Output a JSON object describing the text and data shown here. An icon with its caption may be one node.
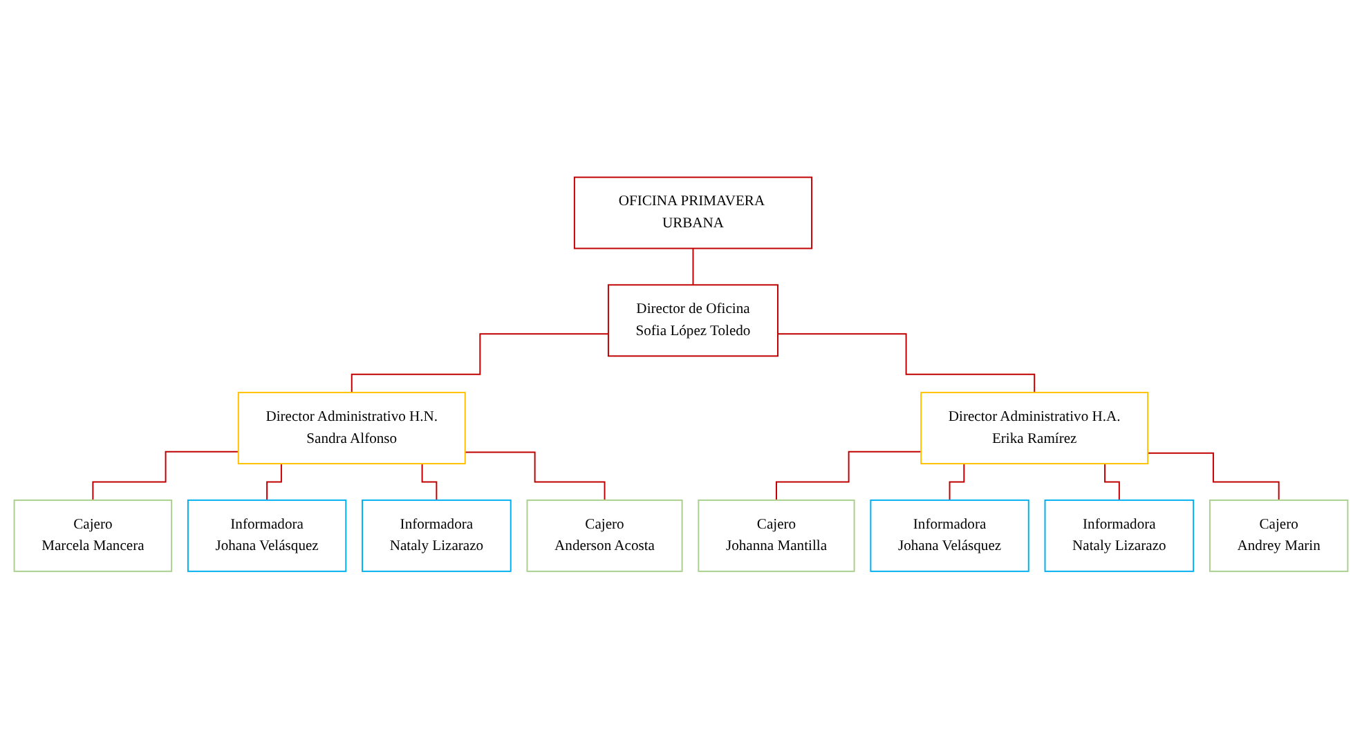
{
  "diagram": {
    "nodes": [
      {
        "text": [
          "OFICINA PRIMAVERA URBANA"
        ]
      },
      {
        "text": [
          "Director de Oficina",
          "Sofia López Toledo"
        ]
      },
      {
        "text": [
          "Director Administrativo H.N.",
          "Sandra Alfonso"
        ]
      },
      {
        "text": [
          "Director Administrativo H.A.",
          "Erika Ramírez"
        ]
      },
      {
        "text": [
          "Cajero",
          "Marcela Mancera"
        ]
      },
      {
        "text": [
          "Cajero",
          "Anderson Acosta"
        ]
      },
      {
        "text": [
          "Informadora",
          "Johana Velásquez"
        ]
      },
      {
        "text": [
          "Informadora",
          "Nataly Lizarazo"
        ]
      },
      {
        "text": [
          "Cajero",
          "Johanna Mantilla"
        ]
      },
      {
        "text": [
          "Cajero",
          "Andrey Marin"
        ]
      },
      {
        "text": [
          "Informadora",
          "Johana Velásquez"
        ]
      },
      {
        "text": [
          "Informadora",
          "Nataly Lizarazo"
        ]
      }
    ],
    "edges": [
      {
        "from": 0,
        "to": 1,
        "arrow": "none"
      },
      {
        "from": 1,
        "to": 2,
        "arrow": "none"
      },
      {
        "from": 1,
        "to": 3,
        "arrow": "none"
      },
      {
        "from": 2,
        "to": 4,
        "arrow": "none"
      },
      {
        "from": 2,
        "to": 6,
        "arrow": "none"
      },
      {
        "from": 2,
        "to": 7,
        "arrow": "none"
      },
      {
        "from": 2,
        "to": 5,
        "arrow": "none"
      },
      {
        "from": 3,
        "to": 8,
        "arrow": "none"
      },
      {
        "from": 3,
        "to": 10,
        "arrow": "none"
      },
      {
        "from": 3,
        "to": 11,
        "arrow": "none"
      },
      {
        "from": 3,
        "to": 9,
        "arrow": "none"
      }
    ]
  }
}
